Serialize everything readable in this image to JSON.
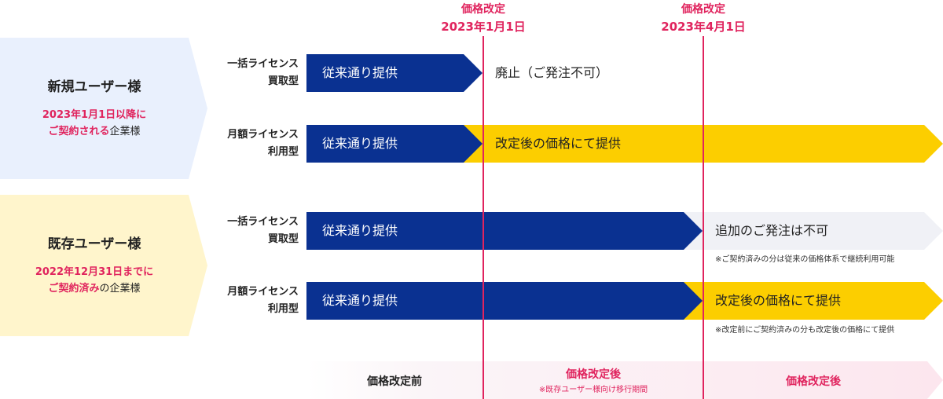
{
  "milestones": [
    {
      "title": "価格改定",
      "date": "2023年1月1日"
    },
    {
      "title": "価格改定",
      "date": "2023年4月1日"
    }
  ],
  "groups": [
    {
      "title": "新規ユーザー様",
      "sub_highlight_1": "2023年1月1日以降に",
      "sub_highlight_2": "ご契約される",
      "sub_plain": "企業様"
    },
    {
      "title": "既存ユーザー様",
      "sub_highlight_1": "2022年12月31日までに",
      "sub_highlight_2": "ご契約済み",
      "sub_plain": "の企業様"
    }
  ],
  "rows": [
    {
      "label_1": "一括ライセンス",
      "label_2": "買取型",
      "current": "従来通り提供",
      "after": "廃止（ご発注不可）"
    },
    {
      "label_1": "月額ライセンス",
      "label_2": "利用型",
      "current": "従来通り提供",
      "after": "改定後の価格にて提供"
    },
    {
      "label_1": "一括ライセンス",
      "label_2": "買取型",
      "current": "従来通り提供",
      "after": "追加のご発注は不可",
      "note": "※ご契約済みの分は従来の価格体系で継続利用可能"
    },
    {
      "label_1": "月額ライセンス",
      "label_2": "利用型",
      "current": "従来通り提供",
      "after": "改定後の価格にて提供",
      "note": "※改定前にご契約済みの分も改定後の価格にて提供"
    }
  ],
  "legend": {
    "before": "価格改定前",
    "transition": "価格改定後",
    "transition_note": "※既存ユーザー様向け移行期間",
    "after": "価格改定後"
  },
  "colors": {
    "navy": "#0a3191",
    "yellow": "#fcce00",
    "light_gray": "#f0f1f6",
    "pink": "#e0245e",
    "new_user_bg": "#e9f0fd",
    "existing_user_bg": "#fff5cc"
  }
}
